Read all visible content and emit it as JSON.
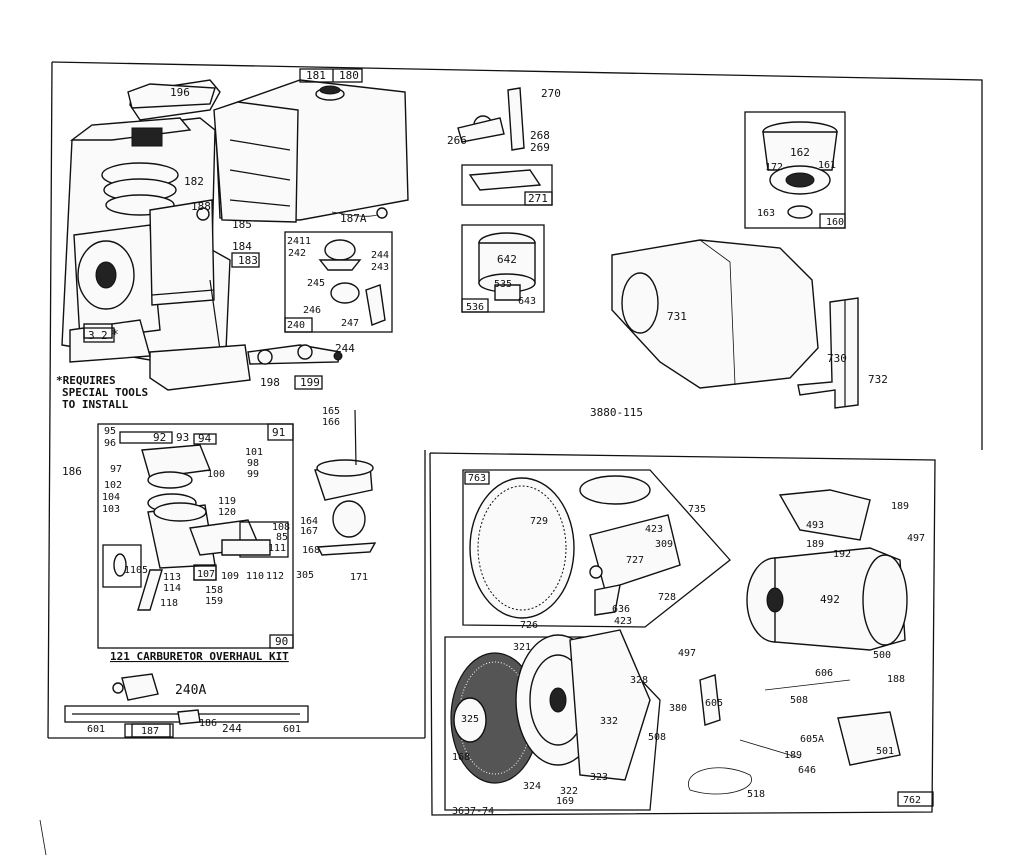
{
  "diagram": {
    "note_lines": [
      "*REQUIRES",
      "SPECIAL TOOLS",
      "TO INSTALL"
    ],
    "carb_kit_caption": "121 CARBURETOR OVERHAUL KIT",
    "drawing_numbers": [
      "3880-115",
      "3637-74"
    ],
    "labels": {
      "p196": "196",
      "p181": "181",
      "p180": "180",
      "p182": "182",
      "p188a": "188",
      "p185": "185",
      "p184": "184",
      "p183": "183",
      "p187a": "187A",
      "p3": "3",
      "p2": "2",
      "p270": "270",
      "p266": "266",
      "p268": "268",
      "p269": "269",
      "p271": "271",
      "p2411": "2411",
      "p242": "242",
      "p244a": "244",
      "p243": "243",
      "p245": "245",
      "p246": "246",
      "p247": "247",
      "p240": "240",
      "p244b": "244",
      "p198": "198",
      "p199": "199",
      "p642": "642",
      "p535": "535",
      "p536": "536",
      "p643": "643",
      "p162": "162",
      "p172": "172",
      "p161": "161",
      "p163": "163",
      "p160": "160",
      "p731": "731",
      "p730": "730",
      "p732": "732",
      "p186a": "186",
      "p95": "95",
      "p96": "96",
      "p92": "92",
      "p93": "93",
      "p94": "94",
      "p91": "91",
      "p101": "101",
      "p98": "98",
      "p99": "99",
      "p97": "97",
      "p100": "100",
      "p102": "102",
      "p104": "104",
      "p103": "103",
      "p119": "119",
      "p120": "120",
      "p108": "108",
      "p85": "85",
      "p111": "111",
      "p1105": "1105",
      "p113": "113",
      "p114": "114",
      "p107": "107",
      "p109": "109",
      "p110": "110",
      "p112": "112",
      "p118": "118",
      "p158": "158",
      "p159": "159",
      "p90": "90",
      "p165": "165",
      "p166": "166",
      "p164": "164",
      "p167": "167",
      "p168a": "168",
      "p305": "305",
      "p171": "171",
      "p240A": "240A",
      "p601a": "601",
      "p187": "187",
      "p186b": "186",
      "p244c": "244",
      "p601b": "601",
      "p763": "763",
      "p729": "729",
      "p735": "735",
      "p423a": "423",
      "p309": "309",
      "p727": "727",
      "p728": "728",
      "p636": "636",
      "p423b": "423",
      "p726": "726",
      "p189a": "189",
      "p493": "493",
      "p497a": "497",
      "p189b": "189",
      "p192": "192",
      "p492": "492",
      "p321": "321",
      "p328": "328",
      "p497b": "497",
      "p500": "500",
      "p606": "606",
      "p188b": "188",
      "p325": "325",
      "p380": "380",
      "p605": "605",
      "p508a": "508",
      "p168b": "168",
      "p332": "332",
      "p508b": "508",
      "p605A": "605A",
      "p501": "501",
      "p189c": "189",
      "p646": "646",
      "p323": "323",
      "p324": "324",
      "p322": "322",
      "p169": "169",
      "p518": "518",
      "p762": "762"
    }
  }
}
